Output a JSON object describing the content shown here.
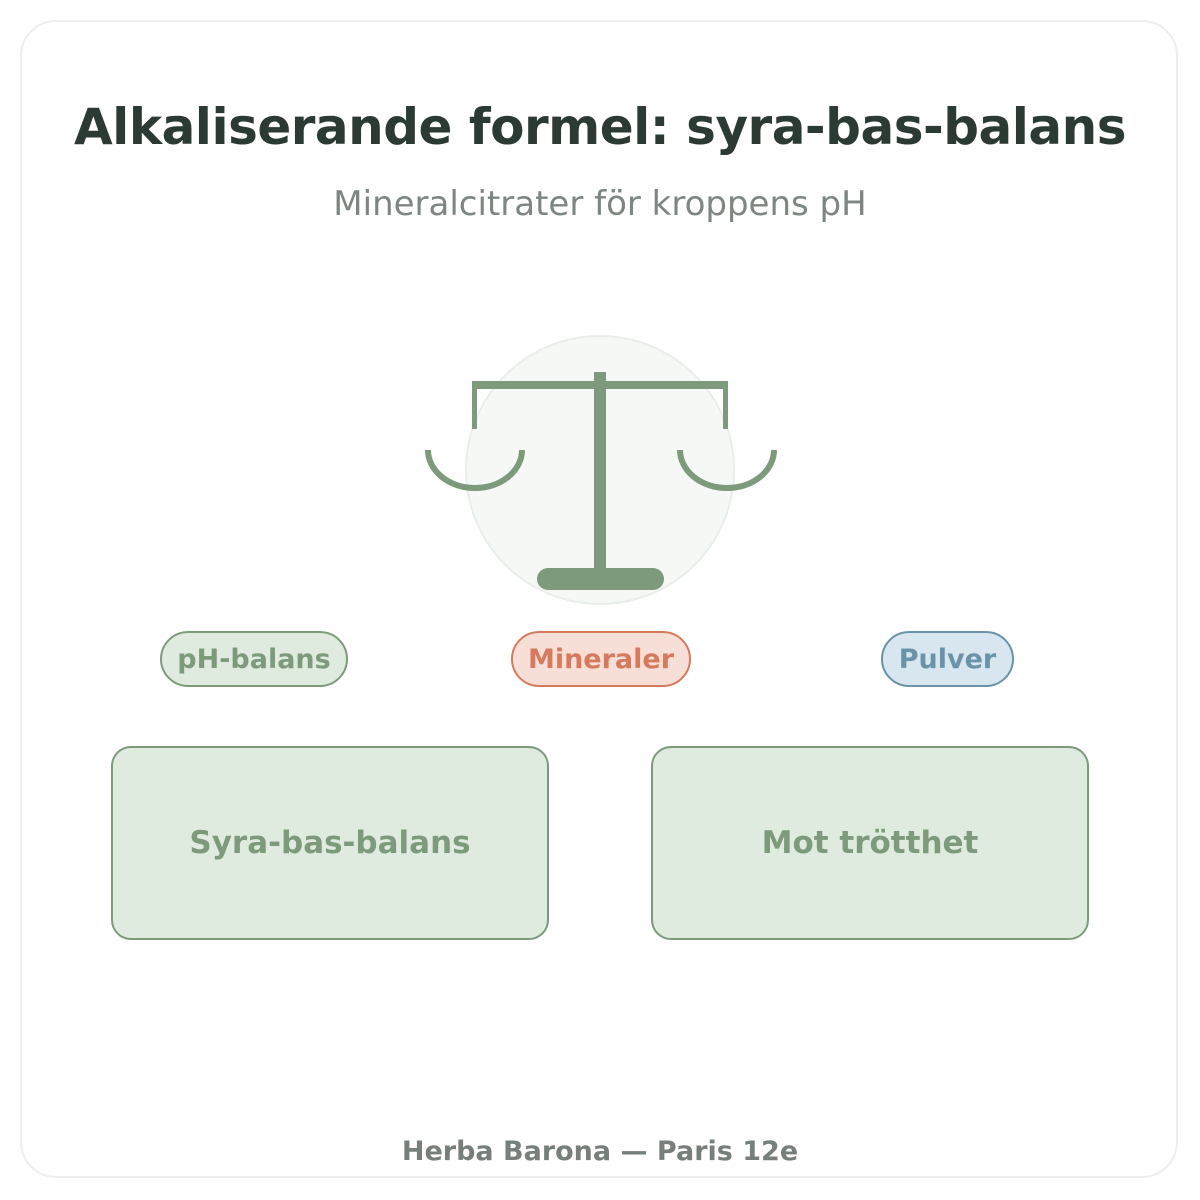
{
  "header": {
    "title": "Alkaliserande formel: syra-bas-balans",
    "subtitle": "Mineralcitrater för kroppens pH"
  },
  "icon": {
    "name": "balance-scale-icon",
    "color": "#7d9b7c",
    "background": "#f5f8f4"
  },
  "tags": [
    {
      "label": "pH-balans",
      "color": "#7d9b7c"
    },
    {
      "label": "Mineraler",
      "color": "#d67a5e"
    },
    {
      "label": "Pulver",
      "color": "#6a92a8"
    }
  ],
  "benefits": [
    {
      "label": "Syra-bas-balans"
    },
    {
      "label": "Mot trötthet"
    }
  ],
  "footer": {
    "text": "Herba Barona — Paris 12e"
  },
  "colors": {
    "accent_green": "#7d9b7c",
    "accent_red": "#d67a5e",
    "accent_blue": "#6a92a8",
    "title_text": "#2b3a33"
  }
}
